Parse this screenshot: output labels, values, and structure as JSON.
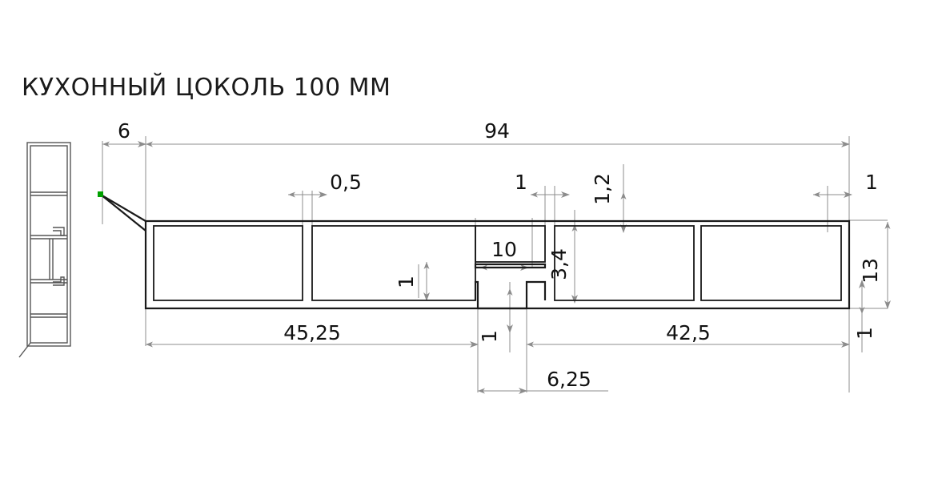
{
  "drawing": {
    "title": "КУХОННЫЙ ЦОКОЛЬ 100 ММ",
    "units": "mm",
    "type": "cad-cross-section",
    "colors": {
      "background": "#ffffff",
      "profile_outline": "#1a1a1a",
      "dimension_line": "#8c8c8c",
      "dimension_text": "#111111",
      "snap_marker": "#00a000"
    }
  },
  "views": {
    "side_view": {
      "name": "side-elevation-profile",
      "chambers": 5,
      "has_hook_detail": true
    },
    "section_view": {
      "name": "horizontal-cross-section",
      "chambers": 4
    }
  },
  "dimensions": {
    "lip_overhang": "6",
    "total_width": "94",
    "inner_wall_left": "0,5",
    "center_rib": "1",
    "center_chamber_width": "10",
    "slot_height": "1",
    "web_height": "3,4",
    "top_wall": "1,2",
    "right_wall": "1",
    "overall_height": "13",
    "bottom_wall_right": "1",
    "left_segment": "45,25",
    "foot_height": "1",
    "foot_width": "6,25",
    "right_segment": "42,5"
  }
}
